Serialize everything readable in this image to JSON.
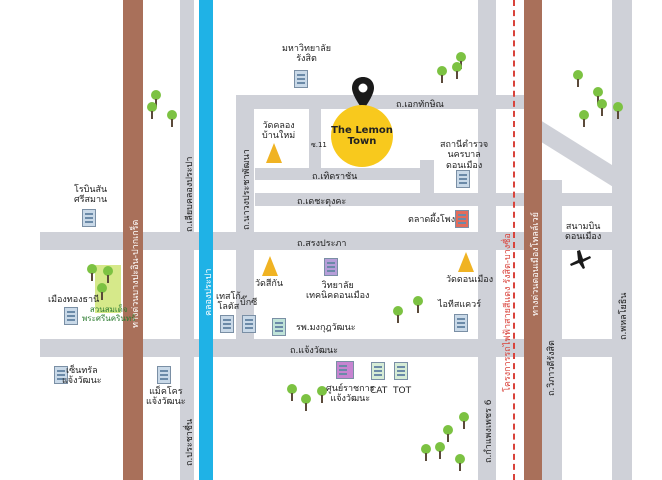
{
  "landmark": {
    "name_line1": "The Lemon",
    "name_line2": "Town",
    "pin_icon": "location-pin-icon",
    "color": "#f8c91d"
  },
  "roads": {
    "ekthakchin": "ถ.เอกทักษิณ",
    "soi11": "ซ.11",
    "thetsaban": "ถ.เทิดราชัน",
    "dechatungkha": "ถ.เดชะตุงคะ",
    "songprapa": "ถ.สรงประภา",
    "chaengwattana": "ถ.แจ้งวัฒนะ",
    "kamphaengphet6": "ถ.กำแพงเพชร 6",
    "bangkhen_pakkret": "ทางด่วนบางปะอิน-ปากเกร็ด",
    "liap_khlong_prapa": "ถ.เลียบคลองประปา",
    "nawa_prasert": "ถ.นาวงประชาพัฒนา",
    "prachachuen": "ถ.ประชาชื่น",
    "vibhavadi": "ถ.วิภาวดีรังสิต",
    "phaholyothin": "ถ.พหลโยธิน",
    "donmuang_tollway": "ทางด่วนดอนเมืองโทลล์เวย์",
    "red_line": "โครงการรถไฟฟ้าสายสีแดง รังสิต-บางซื่อ",
    "canal": "คลองประปา"
  },
  "places": {
    "rangsit_univ": [
      "มหาวิทยาลัย",
      "รังสิต"
    ],
    "wat_khlong_ban_mai": [
      "วัดคลอง",
      "บ้านใหม่"
    ],
    "police_station": [
      "สถานีตำรวจ",
      "นครบาล",
      "ดอนเมือง"
    ],
    "robinson": [
      "โรบินสัน",
      "ศรีสมาน"
    ],
    "talad_phong": "ตลาดผึ้งโพง",
    "don_mueang_airport": [
      "สนามบิน",
      "ดอนเมือง"
    ],
    "mueang_thong_thani": "เมืองทองธานี",
    "suan_somdet": [
      "สวนสมเด็จ",
      "พระศรีนครินทร์"
    ],
    "wat_si_kan": "วัดสีกัน",
    "don_mueang_tech": [
      "วิทยาลัย",
      "เทคนิคดอนเมือง"
    ],
    "wat_don_mueang": "วัดดอนเมือง",
    "tesco_lotus": [
      "เทสโก้",
      "โลตัส"
    ],
    "big_c": "บิ๊กซี",
    "it_square": "ไอทีสแควร์",
    "mongkutwattana_hospital": "รพ.มงกุฎวัฒนะ",
    "central_chaengwattana": [
      "เซ็นทรัล",
      "แจ้งวัฒนะ"
    ],
    "makro": [
      "แม็คโคร",
      "แจ้งวัฒนะ"
    ],
    "government_center": [
      "ศูนย์ราชการ",
      "แจ้งวัฒนะ"
    ],
    "cat": "CAT",
    "tot": "TOT"
  },
  "icons": {
    "airport": "airplane-icon",
    "temple": "temple-icon",
    "building": "building-icon",
    "tree": "tree-icon"
  },
  "colors": {
    "road": "#cfd1d8",
    "highway": "#a9705a",
    "canal": "#1fb2e6",
    "rail": "#d9433b",
    "tree": "#7cc242",
    "temple": "#f0b323"
  }
}
